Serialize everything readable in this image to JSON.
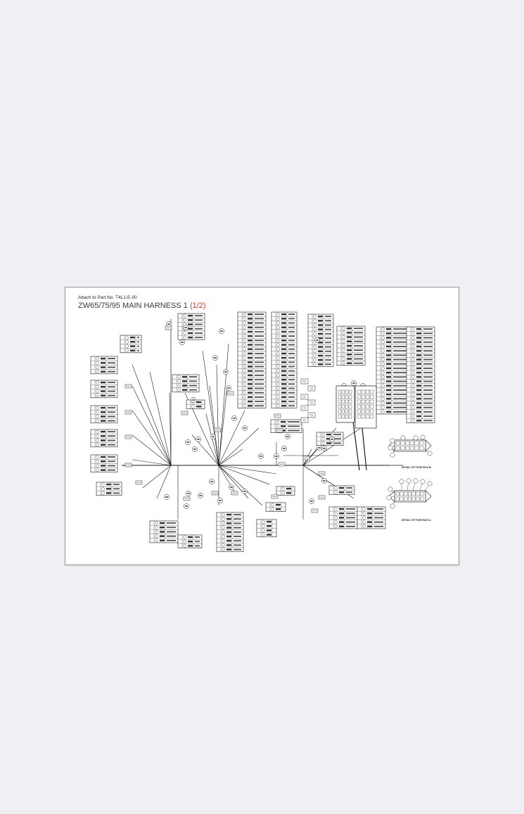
{
  "document": {
    "attach_label": "Attach to Part No. T4L1-E-00",
    "title_main": "ZW65/75/95 MAIN HARNESS 1",
    "title_page": "(1/2)",
    "fuse_box_b_caption": "DETAIL OF FUSE BOX B",
    "fuse_box_a_caption": "DETAIL OF FUSE BOX A"
  },
  "colors": {
    "background": "#eff0f4",
    "sheet": "#ffffff",
    "ink": "#1a1a1a",
    "title_page_red": "#d6342b"
  }
}
